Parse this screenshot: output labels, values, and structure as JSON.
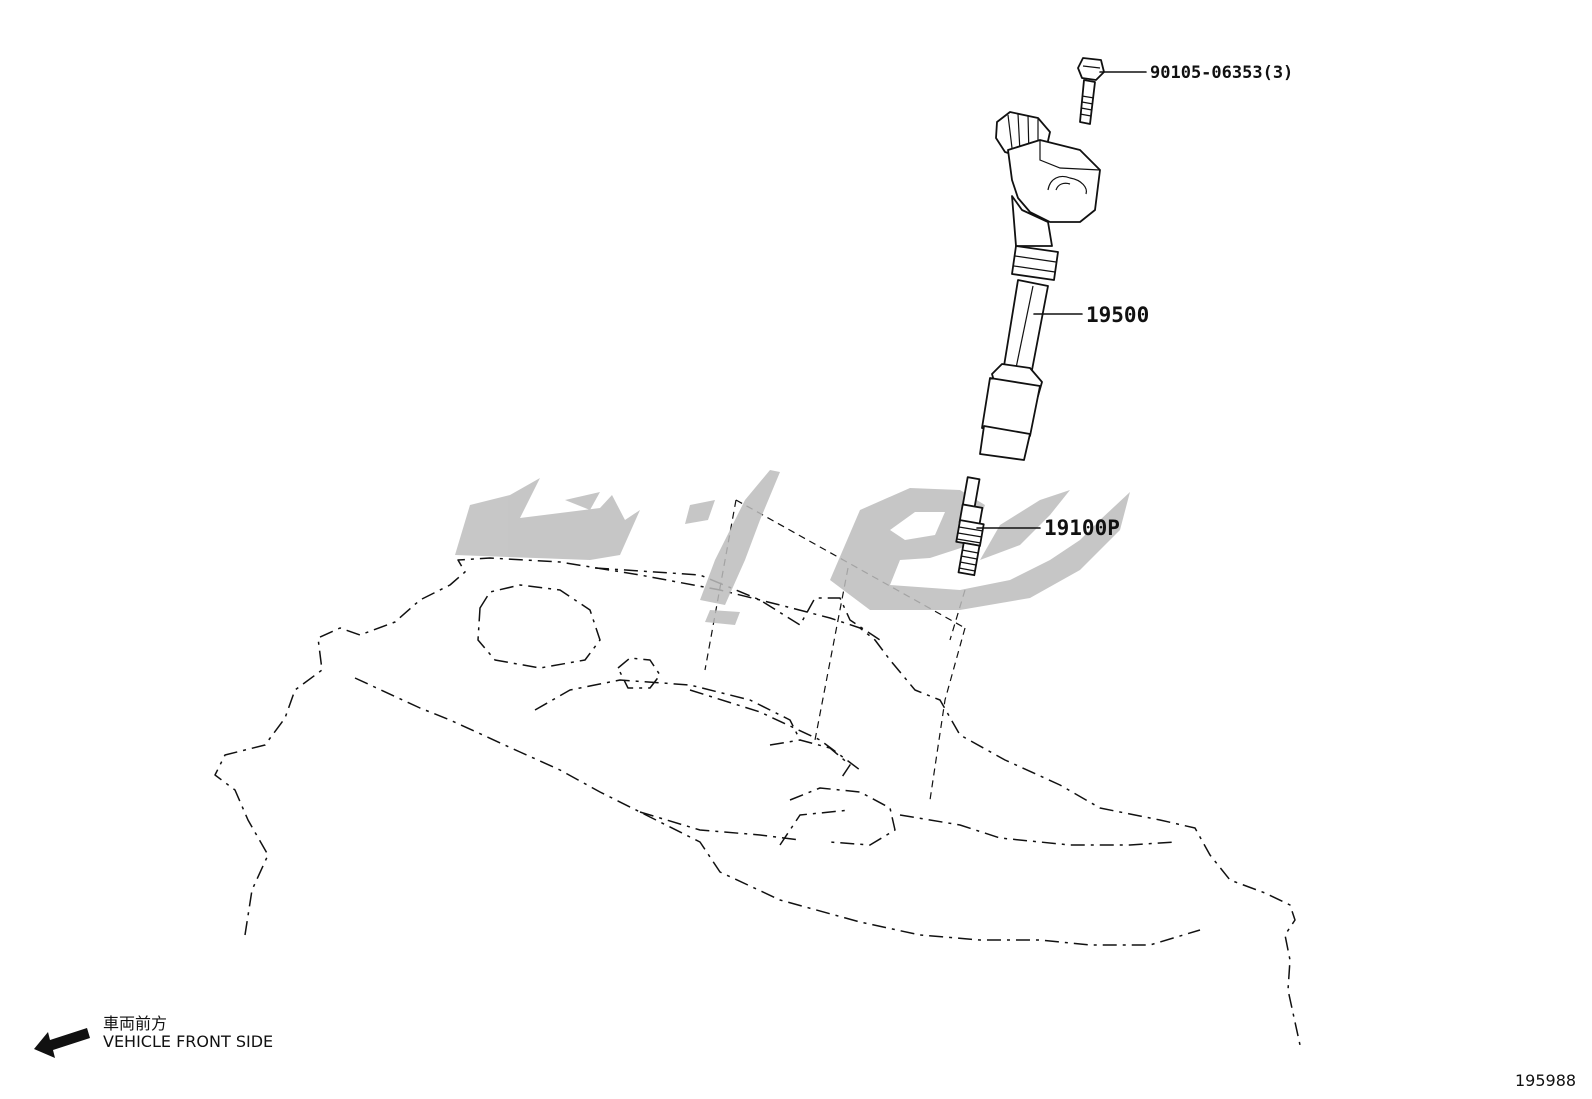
{
  "callouts": {
    "bolt": "90105-06353(3)",
    "ignition_coil": "19500",
    "spark_plug": "19100P"
  },
  "direction": {
    "label_jp": "車両前方",
    "label_en": "VEHICLE FRONT SIDE"
  },
  "figure_id": "195988",
  "icons": {
    "direction_arrow": "arrow-left-down-icon",
    "watermark": "watermark-logo"
  },
  "colors": {
    "ink": "#111111",
    "watermark": "#bdbdbd",
    "background": "#ffffff"
  }
}
